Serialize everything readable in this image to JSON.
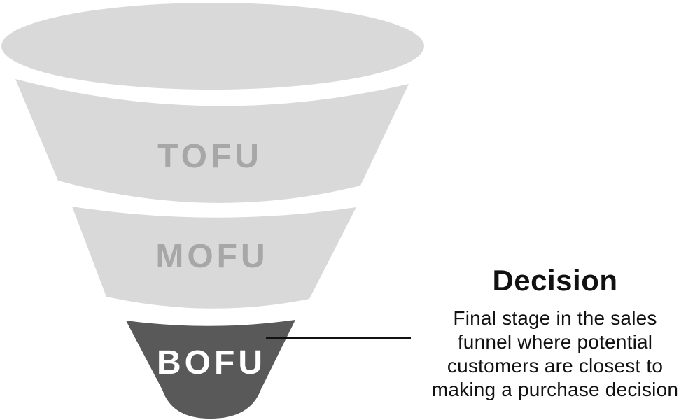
{
  "diagram": {
    "type": "sales-funnel",
    "stages": [
      {
        "id": "tofu",
        "label": "TOFU"
      },
      {
        "id": "mofu",
        "label": "MOFU"
      },
      {
        "id": "bofu",
        "label": "BOFU"
      }
    ],
    "colors": {
      "stage_fill": "#d9d9d9",
      "stage_label": "#a7a7a7",
      "bofu_fill": "#595959",
      "bofu_label": "#ffffff",
      "connector": "#111111",
      "text": "#111111"
    }
  },
  "annotation": {
    "title": "Decision",
    "description": "Final stage in the sales\nfunnel where potential\ncustomers are closest to\nmaking a purchase decision"
  }
}
